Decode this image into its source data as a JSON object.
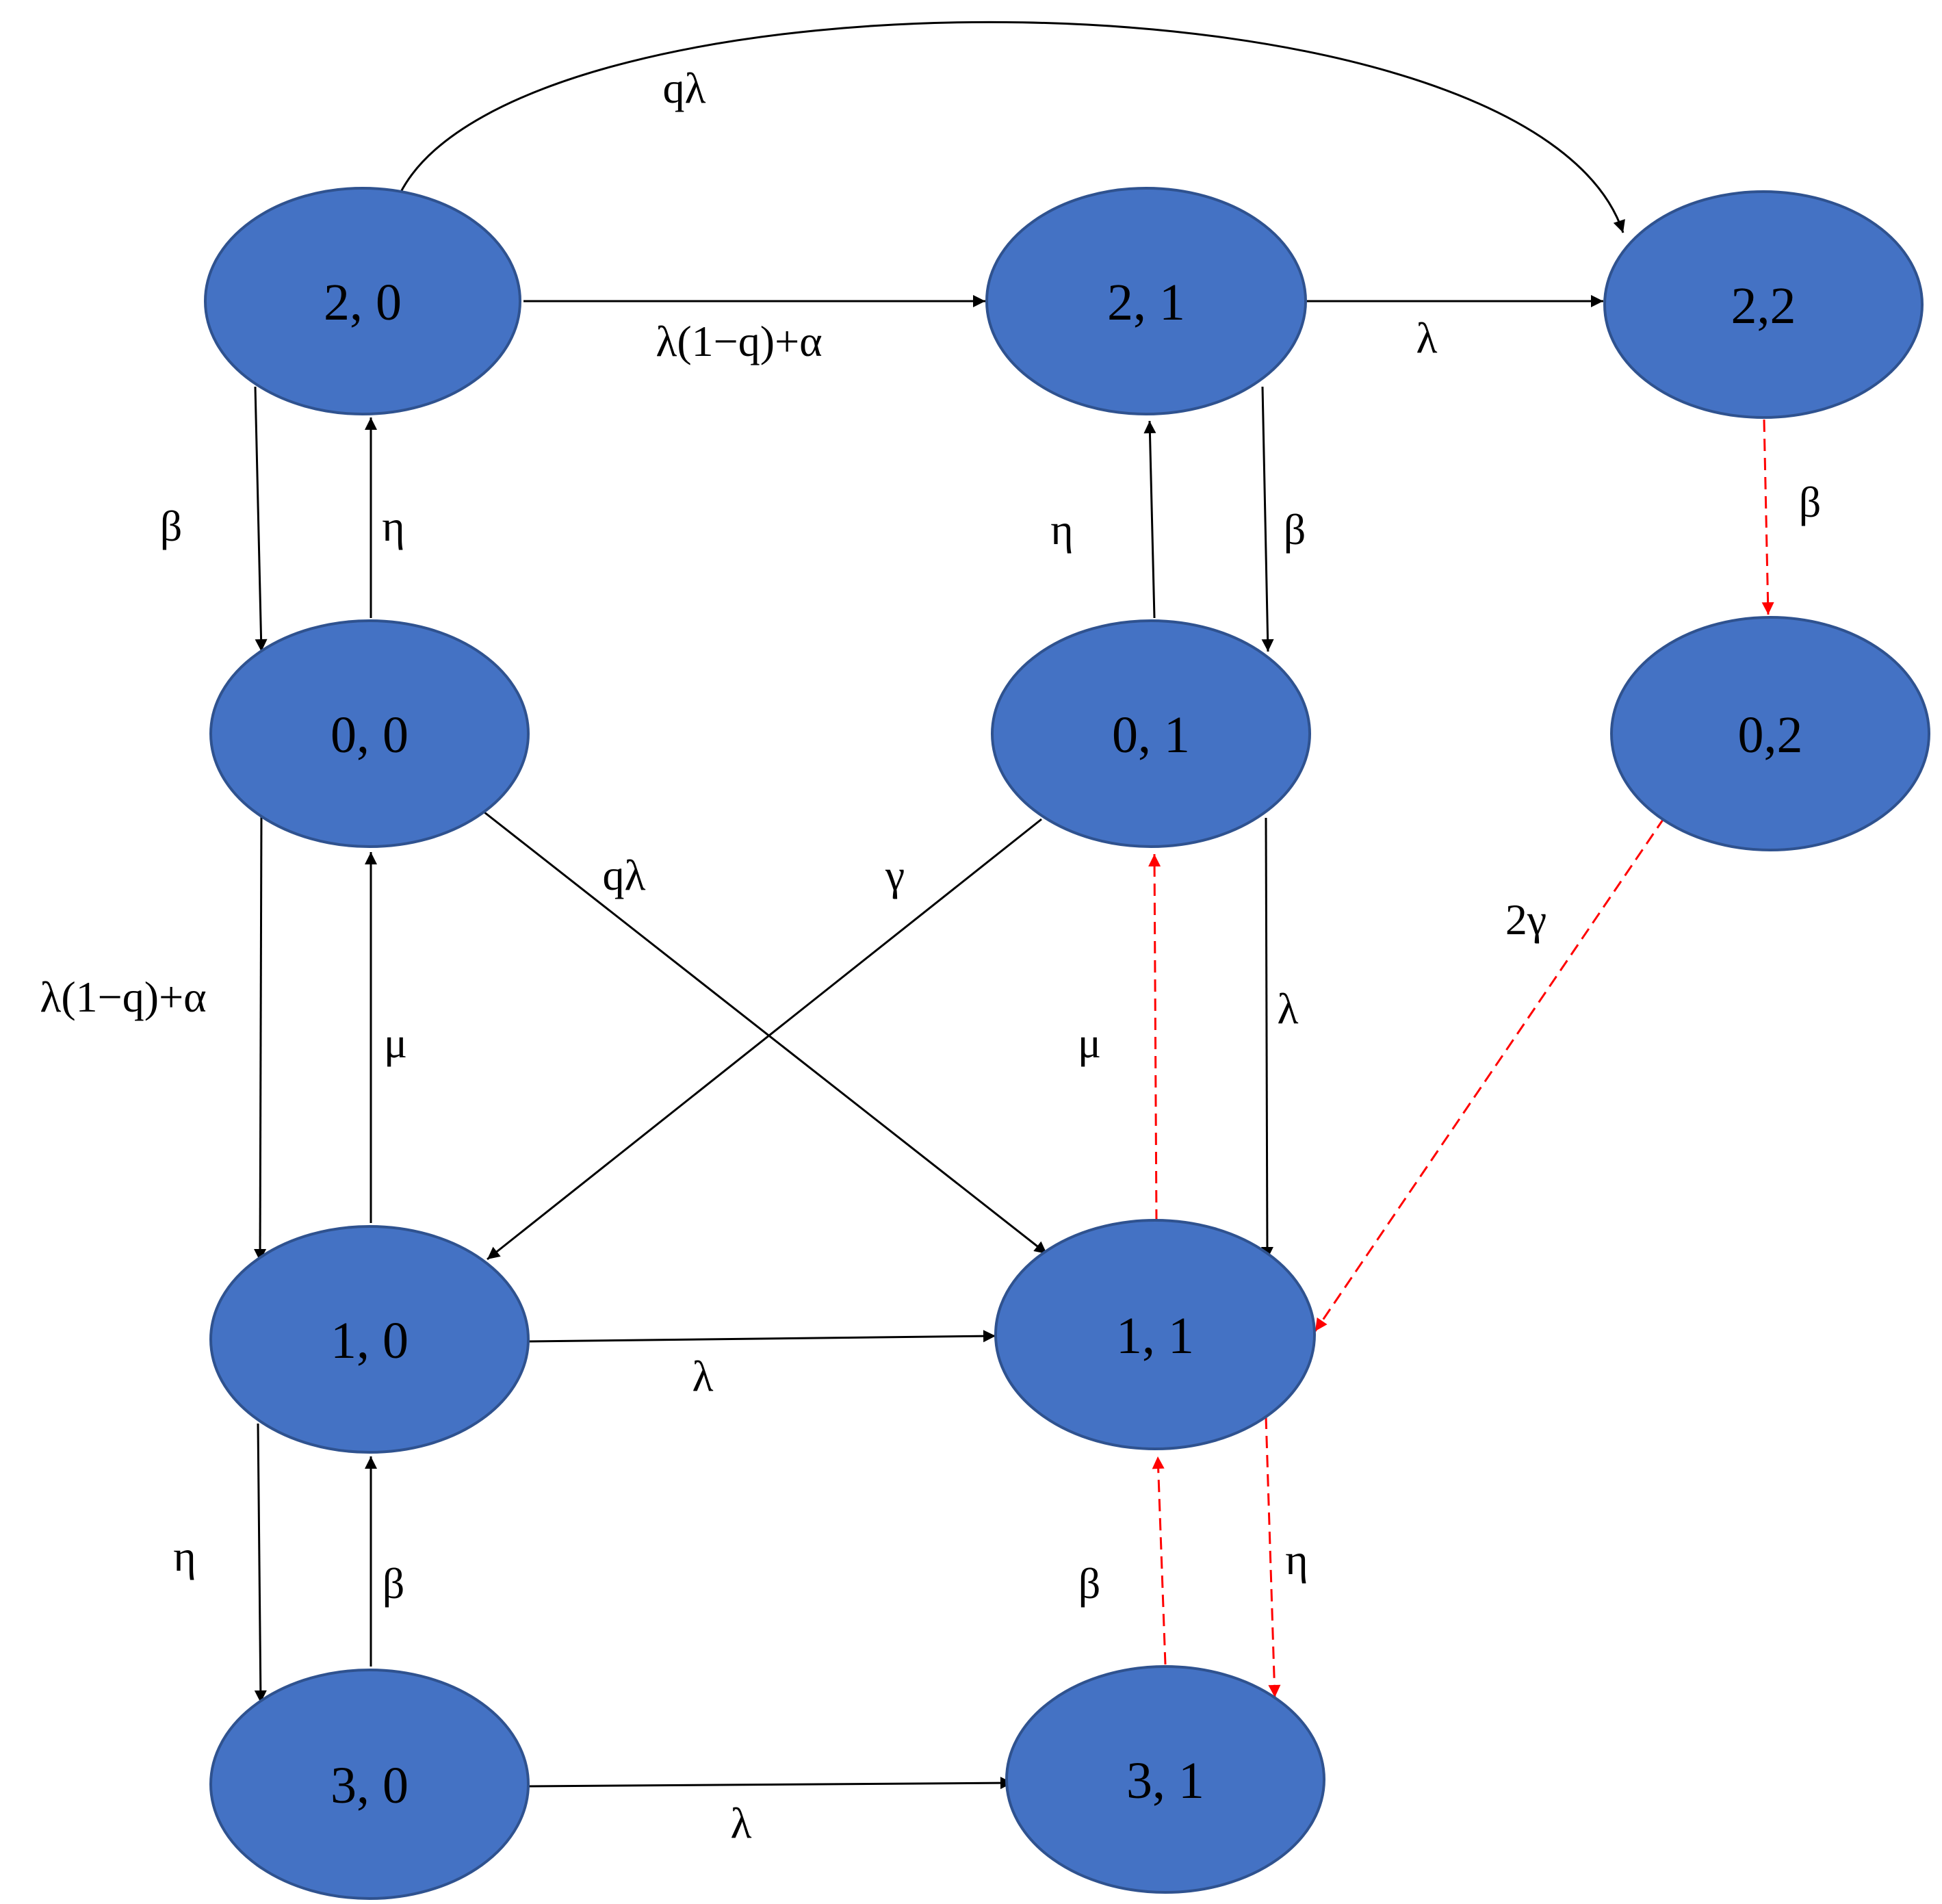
{
  "colors": {
    "node_fill": "#4472C4",
    "node_stroke": "#2F528F",
    "edge_solid": "#000000",
    "edge_dashed": "#FF0000",
    "text": "#000000"
  },
  "nodes": [
    {
      "id": "n20",
      "label": "2, 0"
    },
    {
      "id": "n21",
      "label": "2, 1"
    },
    {
      "id": "n22",
      "label": "2,2"
    },
    {
      "id": "n00",
      "label": "0, 0"
    },
    {
      "id": "n01",
      "label": "0, 1"
    },
    {
      "id": "n02",
      "label": "0,2"
    },
    {
      "id": "n10",
      "label": "1, 0"
    },
    {
      "id": "n11",
      "label": "1, 1"
    },
    {
      "id": "n30",
      "label": "3, 0"
    },
    {
      "id": "n31",
      "label": "3, 1"
    }
  ],
  "edges": [
    {
      "id": "e20-22",
      "from": "2, 0",
      "to": "2,2",
      "label": "qλ",
      "style": "solid"
    },
    {
      "id": "e20-21",
      "from": "2, 0",
      "to": "2, 1",
      "label": "λ(1−q)+α",
      "style": "solid"
    },
    {
      "id": "e21-22",
      "from": "2, 1",
      "to": "2,2",
      "label": "λ",
      "style": "solid"
    },
    {
      "id": "e20-00",
      "from": "2, 0",
      "to": "0, 0",
      "label": "β",
      "style": "solid"
    },
    {
      "id": "e00-20",
      "from": "0, 0",
      "to": "2, 0",
      "label": "η",
      "style": "solid"
    },
    {
      "id": "e01-21",
      "from": "0, 1",
      "to": "2, 1",
      "label": "η",
      "style": "solid"
    },
    {
      "id": "e21-01",
      "from": "2, 1",
      "to": "0, 1",
      "label": "β",
      "style": "solid"
    },
    {
      "id": "e22-02",
      "from": "2,2",
      "to": "0,2",
      "label": "β",
      "style": "dashed"
    },
    {
      "id": "e00-11",
      "from": "0, 0",
      "to": "1, 1",
      "label": "qλ",
      "style": "solid"
    },
    {
      "id": "e01-10",
      "from": "0, 1",
      "to": "1, 0",
      "label": "γ",
      "style": "solid"
    },
    {
      "id": "e02-11",
      "from": "0,2",
      "to": "1, 1",
      "label": "2γ",
      "style": "dashed"
    },
    {
      "id": "e00-10",
      "from": "0, 0",
      "to": "1, 0",
      "label": "λ(1−q)+α",
      "style": "solid"
    },
    {
      "id": "e10-00",
      "from": "1, 0",
      "to": "0, 0",
      "label": "μ",
      "style": "solid"
    },
    {
      "id": "e11-01",
      "from": "1, 1",
      "to": "0, 1",
      "label": "μ",
      "style": "dashed"
    },
    {
      "id": "e01-11",
      "from": "0, 1",
      "to": "1, 1",
      "label": "λ",
      "style": "solid"
    },
    {
      "id": "e10-11",
      "from": "1, 0",
      "to": "1, 1",
      "label": "λ",
      "style": "solid"
    },
    {
      "id": "e10-30",
      "from": "1, 0",
      "to": "3, 0",
      "label": "η",
      "style": "solid"
    },
    {
      "id": "e30-10",
      "from": "3, 0",
      "to": "1, 0",
      "label": "β",
      "style": "solid"
    },
    {
      "id": "e31-11",
      "from": "3, 1",
      "to": "1, 1",
      "label": "β",
      "style": "dashed"
    },
    {
      "id": "e11-31",
      "from": "1, 1",
      "to": "3, 1",
      "label": "η",
      "style": "dashed"
    },
    {
      "id": "e30-31",
      "from": "3, 0",
      "to": "3, 1",
      "label": "λ",
      "style": "solid"
    }
  ]
}
